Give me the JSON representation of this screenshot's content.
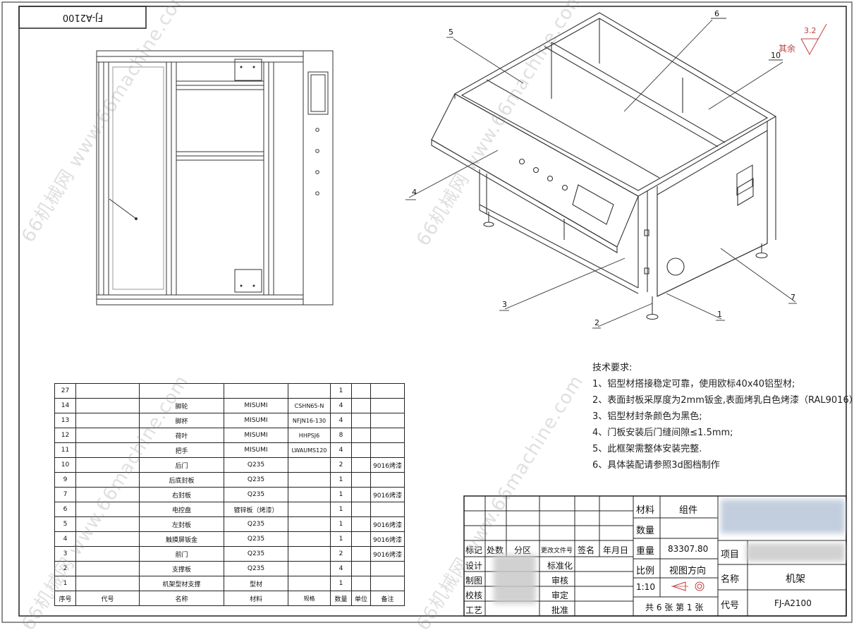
{
  "drawing_code_box": "FJ-A2100",
  "roughness": {
    "other": "其余",
    "value": "3.2"
  },
  "callouts": [
    "5",
    "6",
    "10",
    "4",
    "3",
    "2",
    "1",
    "7"
  ],
  "tech_requirements": {
    "title": "技术要求:",
    "items": [
      "1、铝型材搭接稳定可靠，使用欧标40x40铝型材;",
      "2、表面封板采厚度为2mm钣金,表面烤乳白色烤漆（RAL9016）",
      "3、铝型材封条颜色为黑色;",
      "4、门板安装后门缝间隙≤1.5mm;",
      "5、此框架需整体安装完整.",
      "6、具体装配请参照3d图档制作"
    ]
  },
  "bom": {
    "rows": [
      [
        "27",
        "",
        "",
        "",
        "",
        "1",
        "",
        ""
      ],
      [
        "14",
        "",
        "脚轮",
        "MISUMI",
        "CSHN65-N",
        "4",
        "",
        ""
      ],
      [
        "13",
        "",
        "脚杯",
        "MISUMI",
        "NFJN16-130",
        "4",
        "",
        ""
      ],
      [
        "12",
        "",
        "荷叶",
        "MISUMI",
        "HHPSJ6",
        "8",
        "",
        ""
      ],
      [
        "11",
        "",
        "把手",
        "MISUMI",
        "LWAUMS120",
        "4",
        "",
        ""
      ],
      [
        "10",
        "",
        "后门",
        "Q235",
        "",
        "2",
        "",
        "9016烤漆"
      ],
      [
        "9",
        "",
        "后底封板",
        "Q235",
        "",
        "1",
        "",
        ""
      ],
      [
        "7",
        "",
        "右封板",
        "Q235",
        "",
        "1",
        "",
        "9016烤漆"
      ],
      [
        "6",
        "",
        "电控盘",
        "镀锌板（烤漆）",
        "",
        "1",
        "",
        ""
      ],
      [
        "5",
        "",
        "左封板",
        "Q235",
        "",
        "1",
        "",
        "9016烤漆"
      ],
      [
        "4",
        "",
        "触摸屏钣金",
        "Q235",
        "",
        "1",
        "",
        "9016烤漆"
      ],
      [
        "3",
        "",
        "前门",
        "Q235",
        "",
        "2",
        "",
        "9016烤漆"
      ],
      [
        "2",
        "",
        "支撑板",
        "Q235",
        "",
        "4",
        "",
        ""
      ],
      [
        "1",
        "",
        "机架型材支撑",
        "型材",
        "",
        "1",
        "",
        ""
      ]
    ],
    "header": [
      "序号",
      "代号",
      "名称",
      "材料",
      "规格",
      "数量",
      "单位",
      "备注"
    ]
  },
  "title_block": {
    "rev_headers": [
      "标记",
      "处数",
      "分区",
      "更改文件号",
      "签名",
      "年月日"
    ],
    "left_labels": [
      "设计",
      "制图",
      "校核",
      "工艺"
    ],
    "approve_labels": [
      "标准化",
      "审核",
      "审定",
      "批准"
    ],
    "material_label": "材料",
    "material_value": "组件",
    "qty_label": "数量",
    "weight_label": "重量",
    "weight_value": "83307.80",
    "scale_label": "比例",
    "view_dir_label": "视图方向",
    "scale_value": "1:10",
    "sheets": "共 6 张   第 1 张",
    "project_label": "项目",
    "name_label": "名称",
    "name_value": "机架",
    "code_label": "代号",
    "code_value": "FJ-A2100"
  },
  "watermark": "66机械网 www.66machine.com"
}
